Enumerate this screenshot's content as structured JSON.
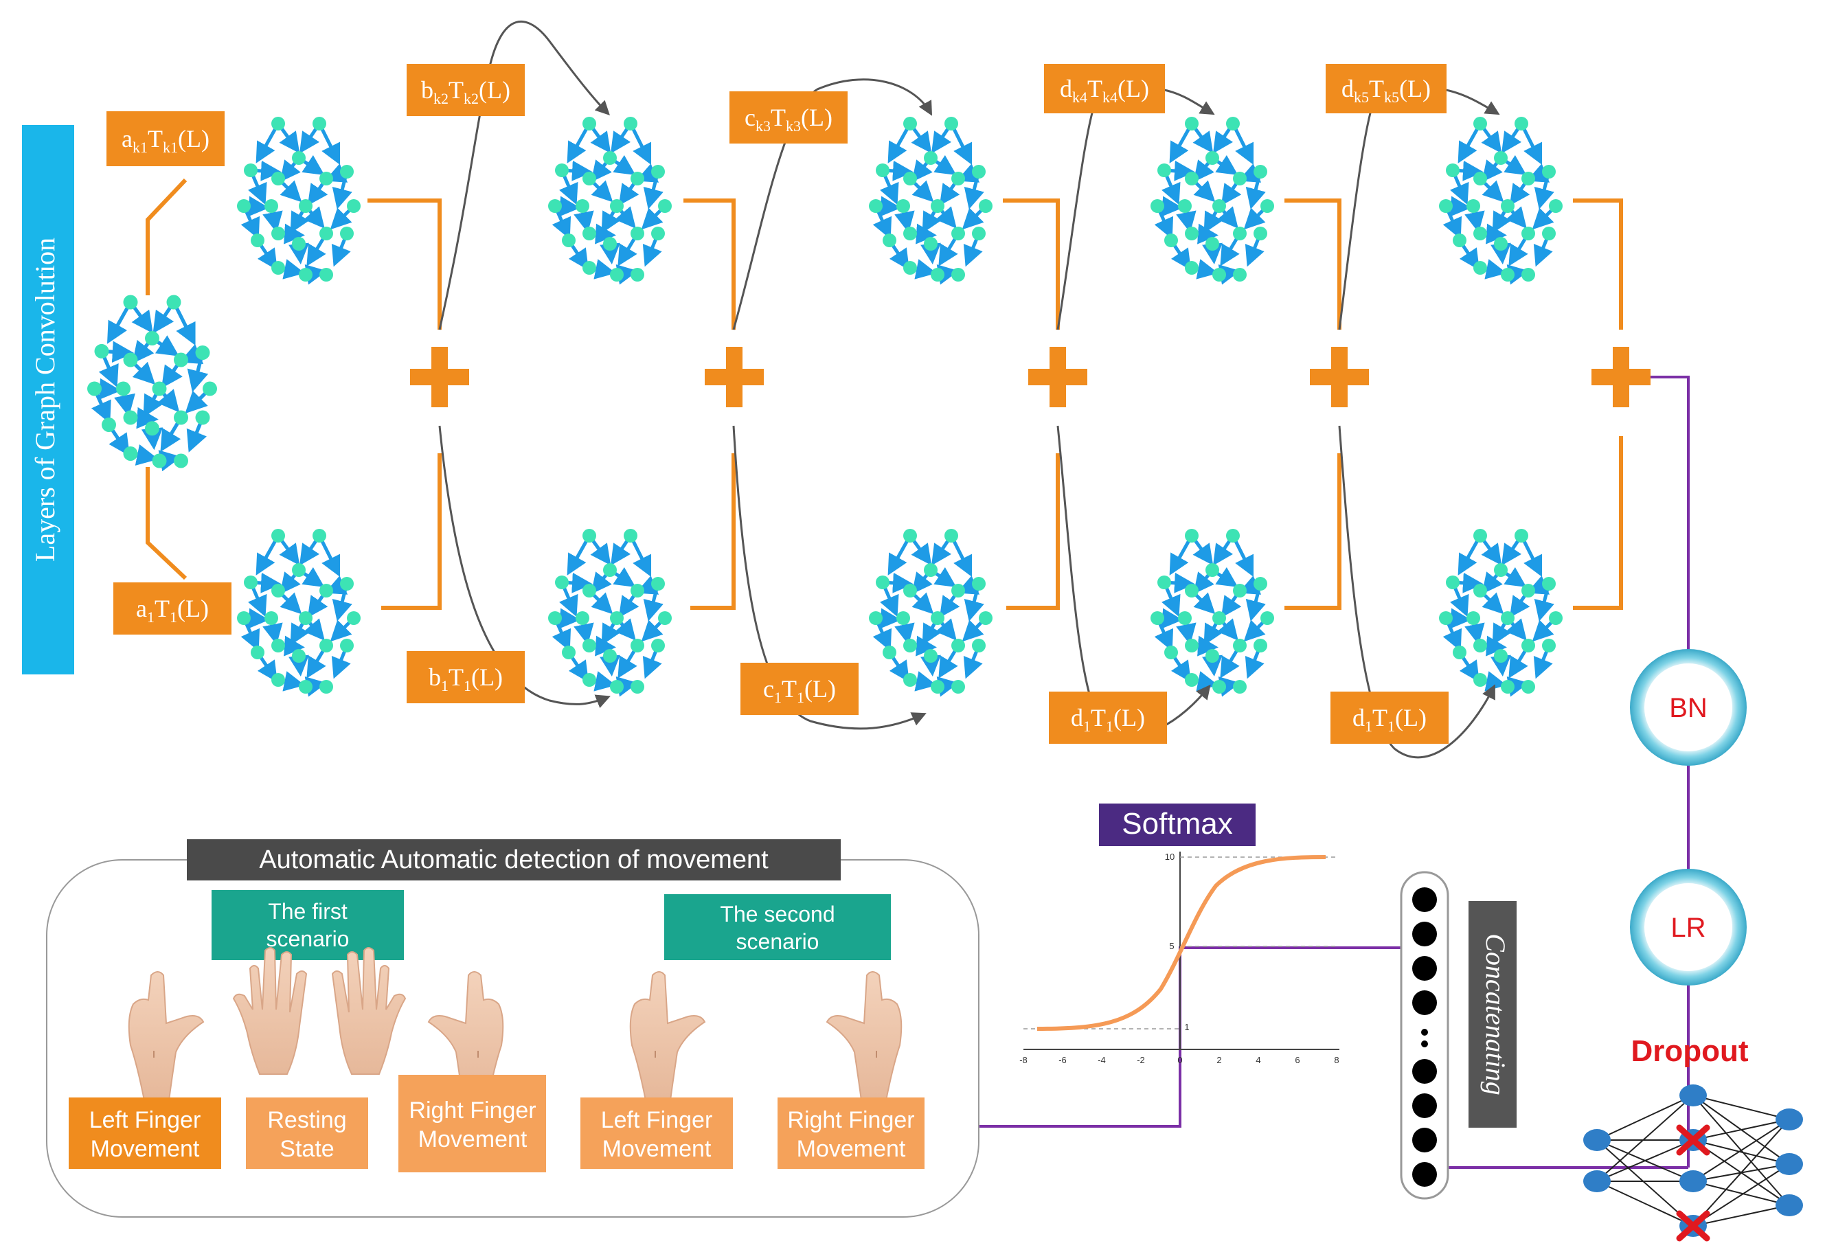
{
  "side_label": "Layers of Graph Convolution",
  "top_terms": [
    {
      "coef": "a",
      "sub": "k1",
      "op": "T",
      "opsub": "k1",
      "arg": "(L)"
    },
    {
      "coef": "b",
      "sub": "k2",
      "op": "T",
      "opsub": "k2",
      "arg": "(L)"
    },
    {
      "coef": "c",
      "sub": "k3",
      "op": "T",
      "opsub": "k3",
      "arg": "(L)"
    },
    {
      "coef": "d",
      "sub": "k4",
      "op": "T",
      "opsub": "k4",
      "arg": "(L)"
    },
    {
      "coef": "d",
      "sub": "k5",
      "op": "T",
      "opsub": "k5",
      "arg": "(L)"
    }
  ],
  "bottom_terms": [
    {
      "coef": "a",
      "sub": "1",
      "op": "T",
      "opsub": "1",
      "arg": "(L)"
    },
    {
      "coef": "b",
      "sub": "1",
      "op": "T",
      "opsub": "1",
      "arg": "(L)"
    },
    {
      "coef": "c",
      "sub": "1",
      "op": "T",
      "opsub": "1",
      "arg": "(L)"
    },
    {
      "coef": "d",
      "sub": "1",
      "op": "T",
      "opsub": "1",
      "arg": "(L)"
    },
    {
      "coef": "d",
      "sub": "1",
      "op": "T",
      "opsub": "1",
      "arg": "(L)"
    }
  ],
  "circles": {
    "bn": "BN",
    "lr": "LR"
  },
  "dropout_label": "Dropout",
  "softmax_label": "Softmax",
  "concat_label": "Concatenating",
  "softmax_axis": {
    "x_ticks": [
      "-8",
      "-6",
      "-4",
      "-2",
      "0",
      "2",
      "4",
      "6",
      "8"
    ],
    "y_ticks": [
      "10",
      "5",
      "1"
    ]
  },
  "detection": {
    "title": "Automatic Automatic detection of movement",
    "scenario1": [
      "The first",
      "scenario"
    ],
    "scenario2": [
      "The second",
      "scenario"
    ],
    "classes": [
      [
        "Left Finger",
        "Movement"
      ],
      [
        "Resting",
        "State"
      ],
      [
        "Right Finger",
        "Movement"
      ],
      [
        "Left Finger",
        "Movement"
      ],
      [
        "Right Finger",
        "Movement"
      ]
    ]
  },
  "colors": {
    "orange": "#f08c1e",
    "orange_light": "#f5a25a",
    "graph_edge": "#1e9be6",
    "graph_node": "#3de3b4",
    "purple": "#7b2fa6",
    "softmax_bg": "#4b2a82",
    "teal": "#1aa58e",
    "side_bar": "#1ab6ea",
    "dark_title": "#4a4a4a",
    "red": "#e0191f",
    "nn_node": "#2f7ec7",
    "circle_ring": "#5bc4dc"
  }
}
